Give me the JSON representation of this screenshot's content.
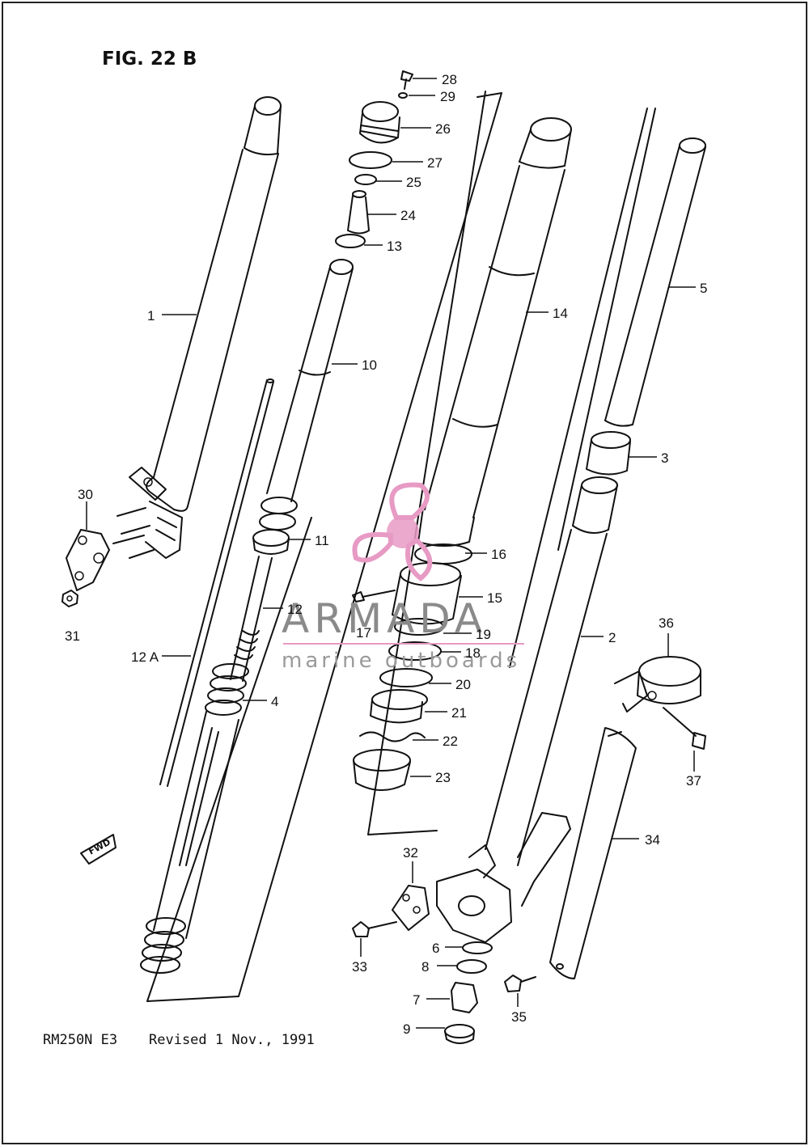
{
  "figure": {
    "title": "FIG. 22 B"
  },
  "footer": {
    "model": "RM250N E3",
    "revision": "Revised 1 Nov., 1991"
  },
  "watermark": {
    "brand": "ARMADA",
    "tagline": "marine outboards",
    "color": "#e79ac4"
  },
  "direction_marker": {
    "label": "FWD"
  },
  "callouts": [
    {
      "label": "28"
    },
    {
      "label": "29"
    },
    {
      "label": "26"
    },
    {
      "label": "27"
    },
    {
      "label": "25"
    },
    {
      "label": "24"
    },
    {
      "label": "13"
    },
    {
      "label": "1"
    },
    {
      "label": "10"
    },
    {
      "label": "14"
    },
    {
      "label": "5"
    },
    {
      "label": "3"
    },
    {
      "label": "30"
    },
    {
      "label": "11"
    },
    {
      "label": "16"
    },
    {
      "label": "15"
    },
    {
      "label": "12"
    },
    {
      "label": "17"
    },
    {
      "label": "19"
    },
    {
      "label": "31"
    },
    {
      "label": "12 A"
    },
    {
      "label": "18"
    },
    {
      "label": "2"
    },
    {
      "label": "36"
    },
    {
      "label": "20"
    },
    {
      "label": "4"
    },
    {
      "label": "21"
    },
    {
      "label": "22"
    },
    {
      "label": "23"
    },
    {
      "label": "37"
    },
    {
      "label": "34"
    },
    {
      "label": "32"
    },
    {
      "label": "6"
    },
    {
      "label": "8"
    },
    {
      "label": "33"
    },
    {
      "label": "7"
    },
    {
      "label": "35"
    },
    {
      "label": "9"
    }
  ]
}
